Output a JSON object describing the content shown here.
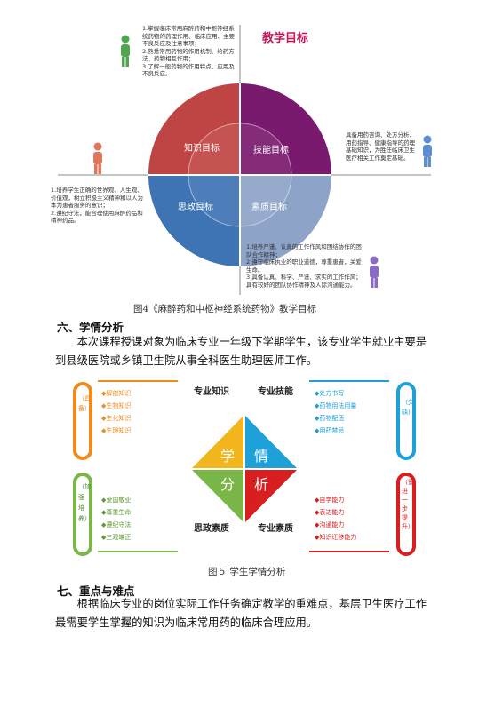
{
  "fig4": {
    "title": "教学目标",
    "colors": {
      "knowledge": "#bf4544",
      "skill": "#7a1a6e",
      "ideology": "#3e74b3",
      "quality": "#8ea3c8",
      "title": "#c2185b"
    },
    "quadrants": {
      "knowledge": "知识目标",
      "skill": "技能目标",
      "ideology": "思政目标",
      "quality": "素质目标"
    },
    "knowledge_text": "1.掌握临床常用麻醉药和中枢神经系统药物的药理作用、临床应用、主要不良反应及注意事项；\n2.熟悉常用药物的作用机制、给药方法、药物相互作用；\n3.了解一般药物的作用特点、应用及不良反应。",
    "skill_text": "具备用药咨询、处方分析、用药指导、健康指导的药理基础知识，为胜任临床卫生医疗相关工作奠定基础。",
    "ideology_text": "1.培养学生正确的世界观、人生观、价值观，树立积极主义精神和以人为本为患者服务的意识；\n2.遵纪守法，能合理使用麻醉药品和精神药品。",
    "quality_text": "1.培养严谨、认真的工作作风和团结协作的团队合作精神；\n2.遵守临床执业的职业道德，尊重患者，关爱生命。\n3.具备认真、科学、严谨、求实的工作作风；具有较好的团队协作精神及人际沟通能力。",
    "caption": "图4《麻醉药和中枢神经系统药物》教学目标"
  },
  "section6": {
    "heading": "六、学情分析",
    "para": "本次课程授课对象为临床专业一年级下学期学生，该专业学生就业主要是到县级医院或乡镇卫生院从事全科医生助理医师工作。"
  },
  "fig5": {
    "left_top_oval": "（具备）",
    "left_bottom_oval": "（加强培养）",
    "right_top_oval": "（欠缺）",
    "right_bottom_oval": "（需进一步提升）",
    "list_tl": [
      "◆解剖知识",
      "◆生物知识",
      "◆生化知识",
      "◆生理知识"
    ],
    "list_bl": [
      "◆爱国敬业",
      "◆尊重生命",
      "◆遵纪守法",
      "◆三观端正"
    ],
    "list_tr": [
      "◆处方书写",
      "◆药物用法用量",
      "◆药物配伍",
      "◆用药禁忌"
    ],
    "list_br": [
      "◆自学能力",
      "◆表达能力",
      "◆沟通能力",
      "◆知识迁移能力"
    ],
    "label_tl": "专业知识",
    "label_tr": "专业技能",
    "label_bl": "思政素质",
    "label_br": "专业素质",
    "center": [
      "学",
      "情",
      "分",
      "析"
    ],
    "colors": {
      "yellow": "#f2b51d",
      "blue": "#1ea0d8",
      "green": "#7ab648",
      "red": "#d81e1e",
      "orange": "#f08a1c"
    },
    "caption": "图５ 学生学情分析"
  },
  "section7": {
    "heading": "七、重点与难点",
    "para": "根据临床专业的岗位实际工作任务确定教学的重难点，基层卫生医疗工作最需要学生掌握的知识为临床常用药的临床合理应用。"
  }
}
